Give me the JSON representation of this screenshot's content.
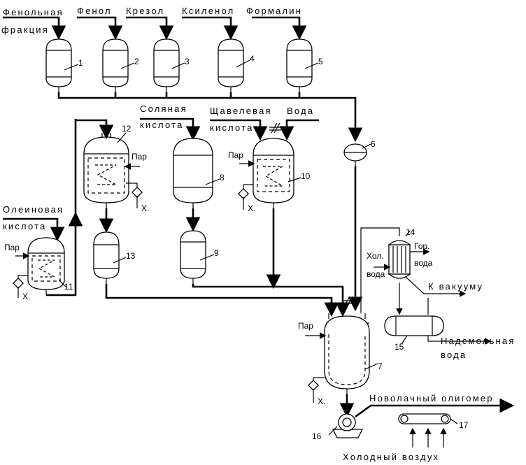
{
  "labels": {
    "phenol_fraction_1": "Фенольная",
    "phenol_fraction_2": "фракция",
    "phenol": "Фенол",
    "cresol": "Крезол",
    "xylenol": "Ксиленол",
    "formalin": "Формалин",
    "hcl_1": "Соляная",
    "hcl_2": "кислота",
    "oxalic_1": "Щавелевая",
    "oxalic_2": "кислота",
    "water": "Вода",
    "oleic_1": "Олеиновая",
    "oleic_2": "кислота",
    "steam_12": "Пар",
    "steam_10": "Пар",
    "steam_11": "Пар",
    "steam_7": "Пар",
    "x_12": "Х.",
    "x_10": "Х.",
    "x_11": "Х.",
    "x_7": "Х.",
    "cold_water_1": "Хол.",
    "cold_water_2": "вода",
    "hot_water_1": "Гор.",
    "hot_water_2": "вода",
    "to_vacuum": "К вакууму",
    "tar_water_1": "Надсмольная",
    "tar_water_2": "вода",
    "novolac": "Новолачный олигомер",
    "cold_air": "Холодный воздух"
  },
  "numbers": {
    "n1": "1",
    "n2": "2",
    "n3": "3",
    "n4": "4",
    "n5": "5",
    "n6": "6",
    "n7": "7",
    "n8": "8",
    "n9": "9",
    "n10": "10",
    "n11": "11",
    "n12": "12",
    "n13": "13",
    "n14": "14",
    "n15": "15",
    "n16": "16",
    "n17": "17"
  }
}
